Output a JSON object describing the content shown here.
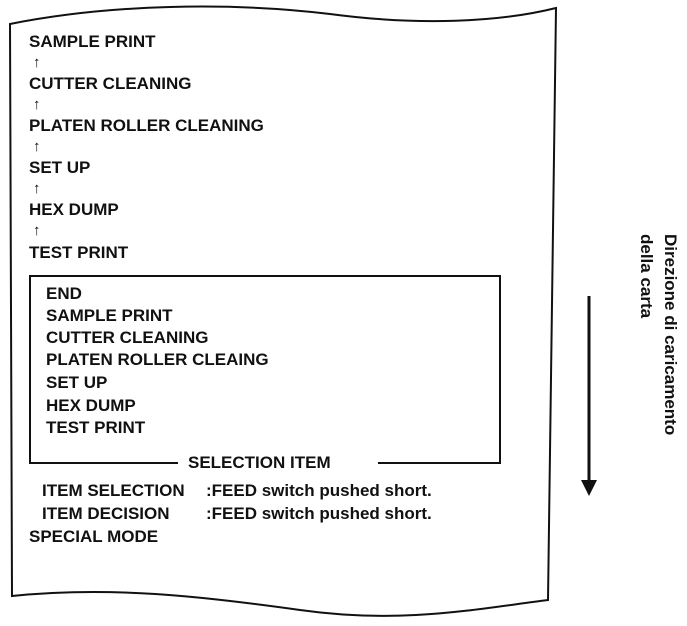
{
  "menu_sequence": [
    "SAMPLE PRINT",
    "CUTTER CLEANING",
    "PLATEN ROLLER CLEANING",
    "SET UP",
    "HEX DUMP",
    "TEST PRINT"
  ],
  "up_arrow_glyph": "↑",
  "selection_box": {
    "items": [
      "END",
      "SAMPLE PRINT",
      "CUTTER CLEANING",
      "PLATEN ROLLER CLEAING",
      "SET UP",
      "HEX DUMP",
      "TEST PRINT"
    ],
    "caption": "SELECTION ITEM"
  },
  "instructions": [
    {
      "label": "ITEM SELECTION",
      "value": ":FEED switch pushed short."
    },
    {
      "label": "ITEM DECISION",
      "value": ":FEED switch pushed short."
    }
  ],
  "footer": "SPECIAL MODE",
  "paper_direction": {
    "line1": "Direzione di caricamento",
    "line2": "della carta"
  }
}
